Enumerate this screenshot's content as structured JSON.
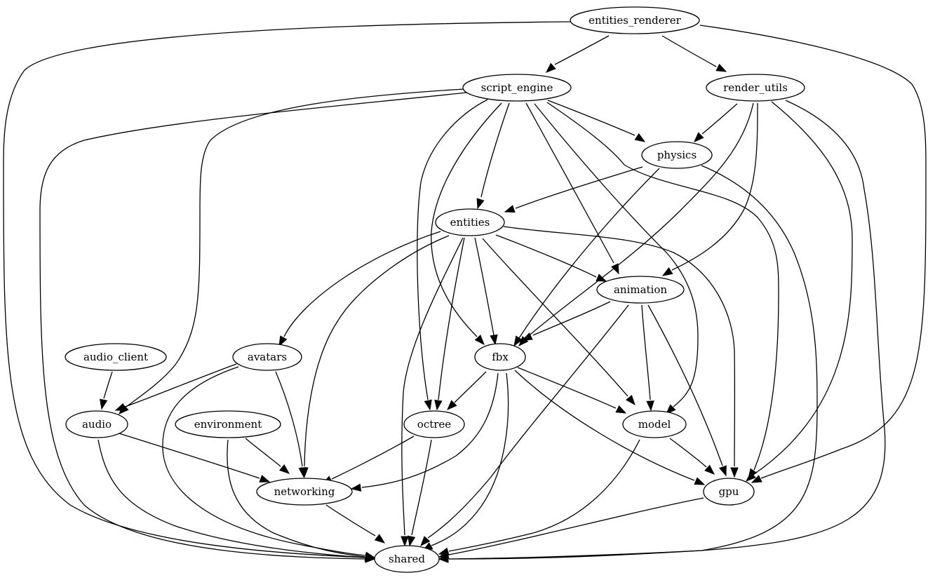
{
  "diagram": {
    "type": "directed-graph",
    "nodes": [
      {
        "id": "entities_renderer",
        "label": "entities_renderer"
      },
      {
        "id": "script_engine",
        "label": "script_engine"
      },
      {
        "id": "render_utils",
        "label": "render_utils"
      },
      {
        "id": "physics",
        "label": "physics"
      },
      {
        "id": "entities",
        "label": "entities"
      },
      {
        "id": "animation",
        "label": "animation"
      },
      {
        "id": "audio_client",
        "label": "audio_client"
      },
      {
        "id": "avatars",
        "label": "avatars"
      },
      {
        "id": "fbx",
        "label": "fbx"
      },
      {
        "id": "audio",
        "label": "audio"
      },
      {
        "id": "environment",
        "label": "environment"
      },
      {
        "id": "octree",
        "label": "octree"
      },
      {
        "id": "model",
        "label": "model"
      },
      {
        "id": "networking",
        "label": "networking"
      },
      {
        "id": "gpu",
        "label": "gpu"
      },
      {
        "id": "shared",
        "label": "shared"
      }
    ],
    "edges": [
      [
        "entities_renderer",
        "script_engine"
      ],
      [
        "entities_renderer",
        "render_utils"
      ],
      [
        "entities_renderer",
        "shared"
      ],
      [
        "entities_renderer",
        "gpu"
      ],
      [
        "script_engine",
        "physics"
      ],
      [
        "script_engine",
        "entities"
      ],
      [
        "script_engine",
        "audio"
      ],
      [
        "script_engine",
        "shared"
      ],
      [
        "script_engine",
        "octree"
      ],
      [
        "script_engine",
        "fbx"
      ],
      [
        "script_engine",
        "animation"
      ],
      [
        "script_engine",
        "model"
      ],
      [
        "script_engine",
        "gpu"
      ],
      [
        "render_utils",
        "physics"
      ],
      [
        "render_utils",
        "fbx"
      ],
      [
        "render_utils",
        "animation"
      ],
      [
        "render_utils",
        "gpu"
      ],
      [
        "render_utils",
        "shared"
      ],
      [
        "physics",
        "entities"
      ],
      [
        "physics",
        "fbx"
      ],
      [
        "physics",
        "shared"
      ],
      [
        "entities",
        "avatars"
      ],
      [
        "entities",
        "networking"
      ],
      [
        "entities",
        "shared"
      ],
      [
        "entities",
        "octree"
      ],
      [
        "entities",
        "fbx"
      ],
      [
        "entities",
        "animation"
      ],
      [
        "entities",
        "model"
      ],
      [
        "entities",
        "gpu"
      ],
      [
        "animation",
        "fbx"
      ],
      [
        "animation",
        "shared"
      ],
      [
        "animation",
        "model"
      ],
      [
        "animation",
        "gpu"
      ],
      [
        "audio_client",
        "audio"
      ],
      [
        "avatars",
        "audio"
      ],
      [
        "avatars",
        "shared"
      ],
      [
        "avatars",
        "networking"
      ],
      [
        "fbx",
        "octree"
      ],
      [
        "fbx",
        "networking"
      ],
      [
        "fbx",
        "shared"
      ],
      [
        "fbx",
        "model"
      ],
      [
        "fbx",
        "gpu"
      ],
      [
        "audio",
        "networking"
      ],
      [
        "audio",
        "shared"
      ],
      [
        "environment",
        "networking"
      ],
      [
        "environment",
        "shared"
      ],
      [
        "octree",
        "networking"
      ],
      [
        "octree",
        "shared"
      ],
      [
        "model",
        "gpu"
      ],
      [
        "model",
        "shared"
      ],
      [
        "networking",
        "shared"
      ],
      [
        "gpu",
        "shared"
      ]
    ]
  }
}
